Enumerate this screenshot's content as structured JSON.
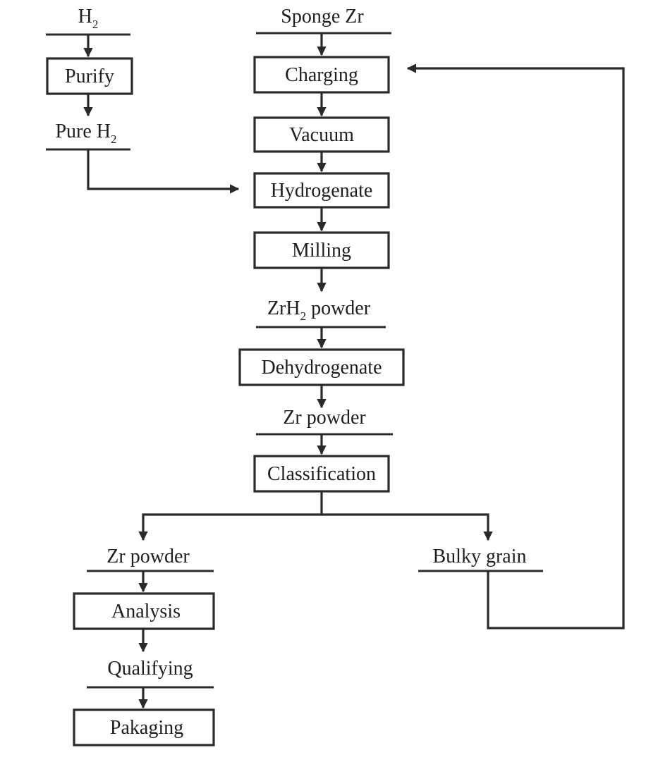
{
  "steps": {
    "purify": "Purify",
    "charging": "Charging",
    "vacuum": "Vacuum",
    "hydrogenate": "Hydrogenate",
    "milling": "Milling",
    "dehydrogenate": "Dehydrogenate",
    "classification": "Classification",
    "analysis": "Analysis",
    "packaging": "Pakaging"
  },
  "materials": {
    "h2": {
      "main": "H",
      "sub": "2"
    },
    "pure_h2": {
      "main": "Pure H",
      "sub": "2"
    },
    "sponge_zr": "Sponge Zr",
    "zrh2_powder": {
      "main": "ZrH",
      "sub": "2",
      "rest": " powder"
    },
    "zr_powder_1": "Zr powder",
    "zr_powder_2": "Zr powder",
    "bulky_grain": "Bulky grain",
    "qualifying": "Qualifying"
  },
  "colors": {
    "line": "#2a2a2a",
    "text": "#1e1e1e",
    "background": "#ffffff"
  }
}
